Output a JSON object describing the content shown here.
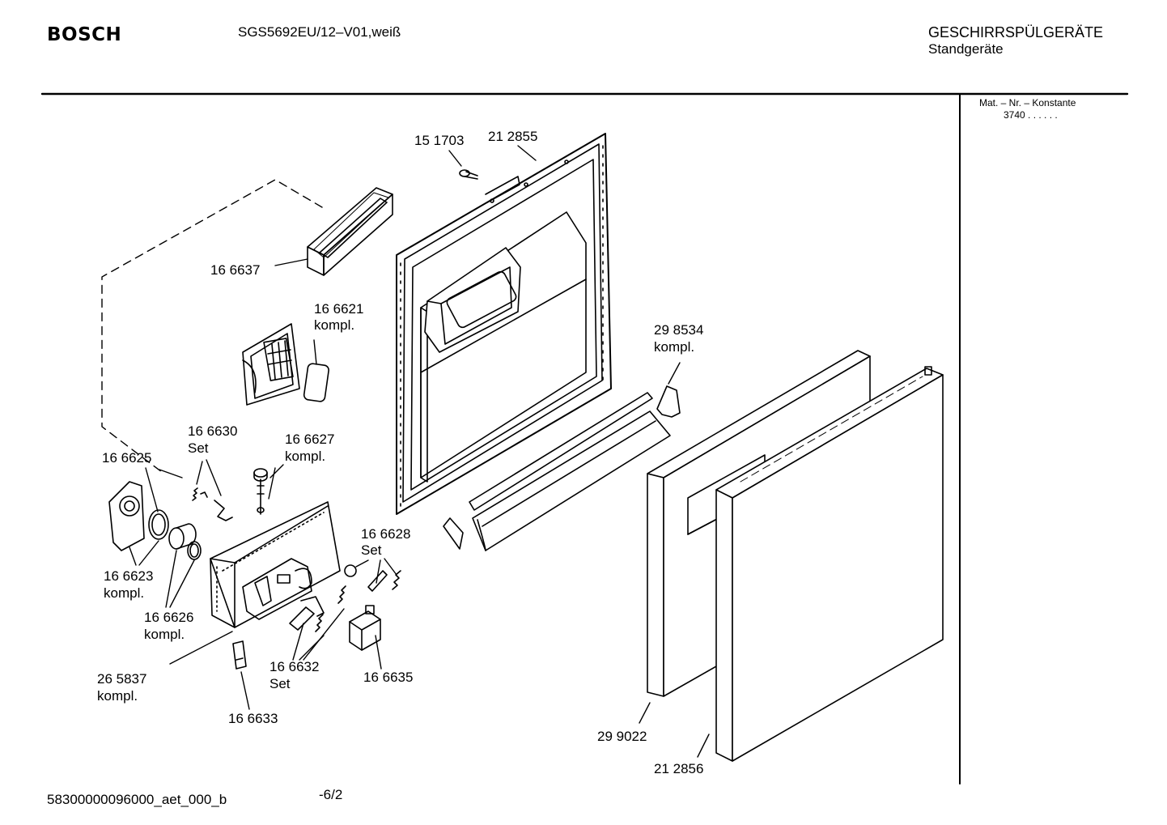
{
  "header": {
    "brand": "BOSCH",
    "model": "SGS5692EU/12–V01,weiß",
    "category": "GESCHIRRSPÜLGERÄTE",
    "subcategory": "Standgeräte",
    "mat_label": "Mat. – Nr. – Konstante",
    "mat_value": "3740 . . . . . ."
  },
  "parts": {
    "p151703": "15 1703",
    "p212855": "21 2855",
    "p166637": "16 6637",
    "p166621": "16 6621",
    "p166621_note": "kompl.",
    "p298534": "29 8534",
    "p298534_note": "kompl.",
    "p166630": "16 6630",
    "p166630_note": "Set",
    "p166627": "16 6627",
    "p166627_note": "kompl.",
    "p166625": "16 6625",
    "p166628": "16 6628",
    "p166628_note": "Set",
    "p166623": "16 6623",
    "p166623_note": "kompl.",
    "p166626": "16 6626",
    "p166626_note": "kompl.",
    "p265837": "26 5837",
    "p265837_note": "kompl.",
    "p166632": "16 6632",
    "p166632_note": "Set",
    "p166635": "16 6635",
    "p166633": "16 6633",
    "p299022": "29 9022",
    "p212856": "21 2856"
  },
  "footer": {
    "doc_id": "58300000096000_aet_000_b",
    "page": "-6/2"
  }
}
